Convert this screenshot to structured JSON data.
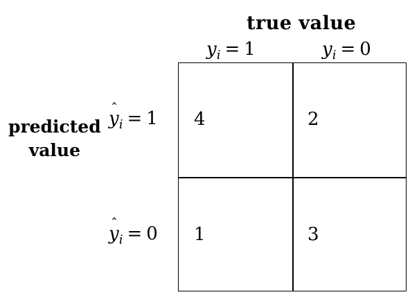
{
  "header": {
    "true_value": "true value",
    "predicted_line1": "predicted",
    "predicted_line2": "value"
  },
  "columns": [
    {
      "var": "y",
      "sub": "i",
      "op": "=",
      "val": "1"
    },
    {
      "var": "y",
      "sub": "i",
      "op": "=",
      "val": "0"
    }
  ],
  "rows": [
    {
      "var": "y",
      "sub": "i",
      "op": "=",
      "val": "1"
    },
    {
      "var": "y",
      "sub": "i",
      "op": "=",
      "val": "0"
    }
  ],
  "cells": {
    "pred1_true1": "4",
    "pred1_true0": "2",
    "pred0_true1": "1",
    "pred0_true0": "3"
  }
}
